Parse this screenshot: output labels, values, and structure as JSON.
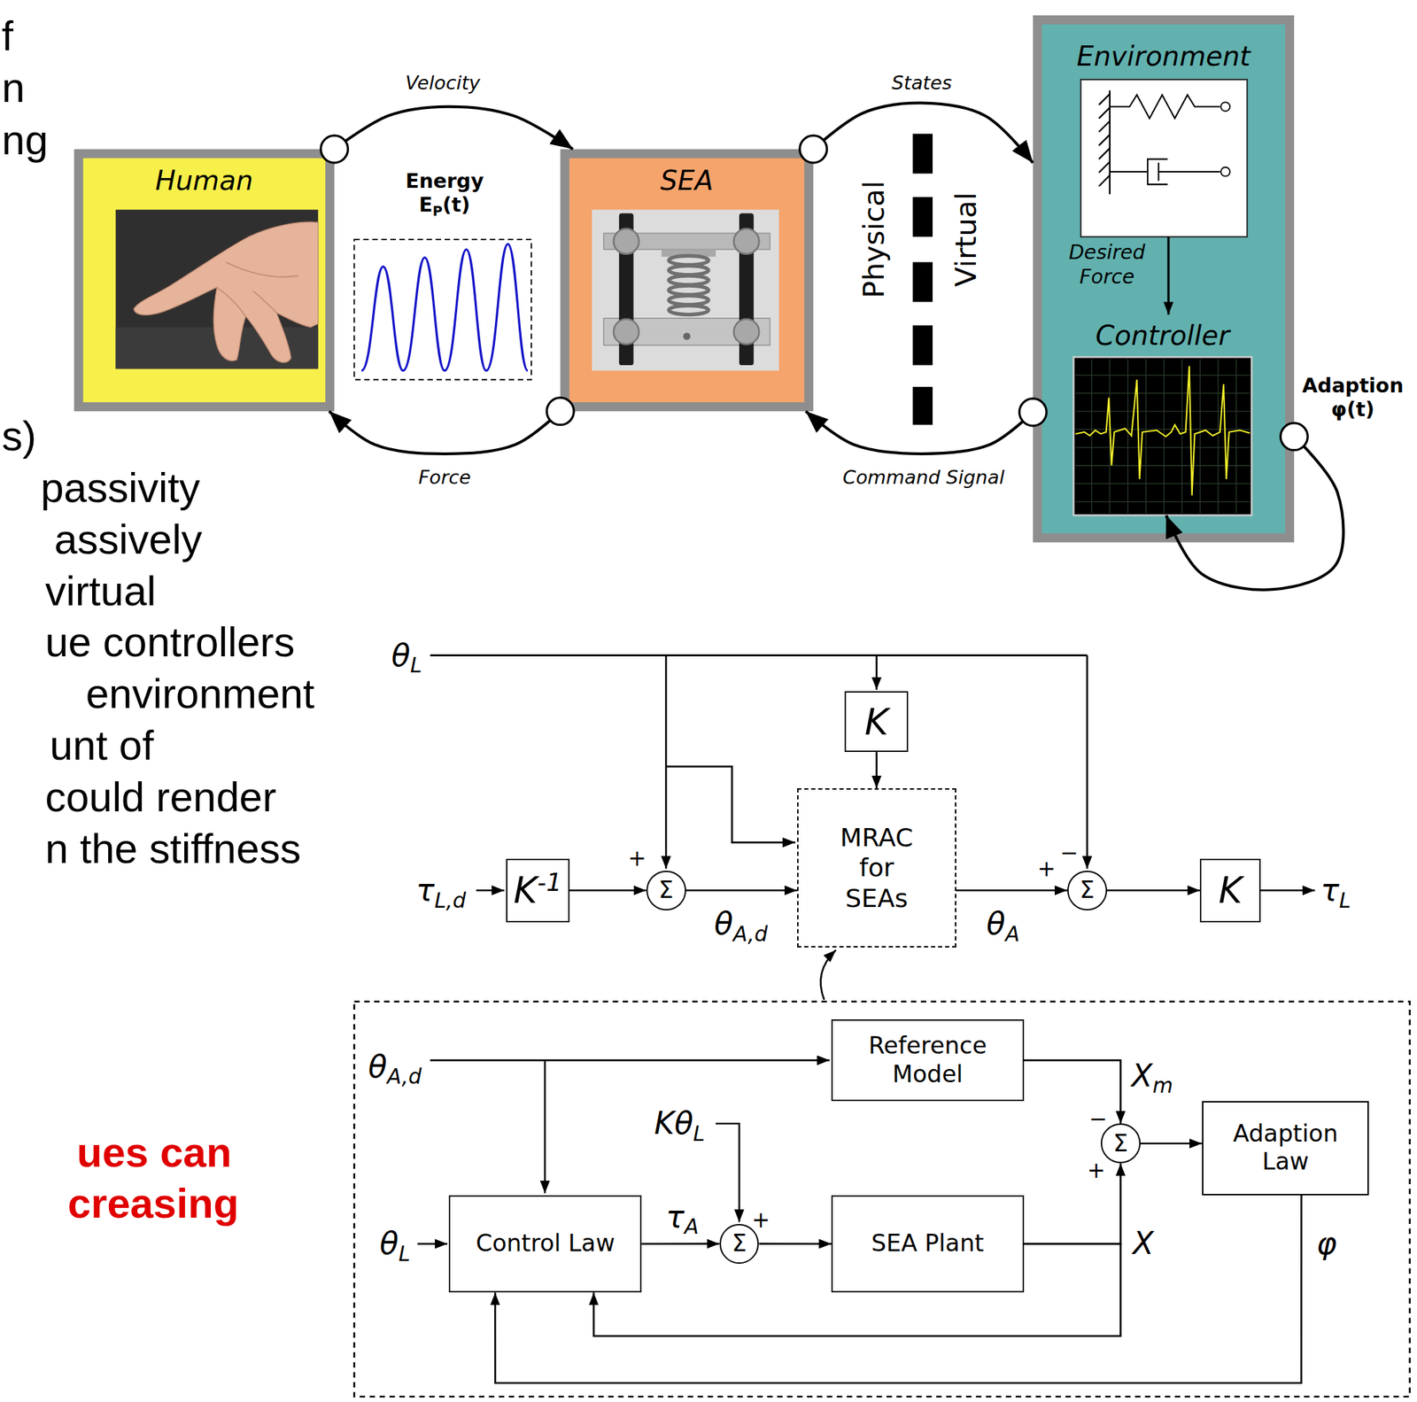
{
  "diagram": {
    "nodes": [
      {
        "text": [
          "Human"
        ]
      },
      {
        "text": [
          "SEA"
        ]
      },
      {
        "text": [
          "Environment"
        ]
      },
      {
        "text": [
          "Controller"
        ],
        "in": 2
      },
      {
        "text": [
          "K"
        ]
      },
      {
        "text": [
          "K-1"
        ]
      },
      {
        "text": [
          "Σ"
        ]
      },
      {
        "text": [
          "MRAC for SEAs"
        ]
      },
      {
        "text": [
          "Σ"
        ]
      },
      {
        "text": [
          "K"
        ]
      },
      {
        "text": [
          "Reference Model"
        ]
      },
      {
        "text": [
          "Σ"
        ]
      },
      {
        "text": [
          "Adaption Law"
        ]
      },
      {
        "text": [
          "Control Law"
        ]
      },
      {
        "text": [
          "Σ"
        ]
      },
      {
        "text": [
          "SEA Plant"
        ]
      }
    ],
    "edges": [
      {
        "from": 0,
        "to": 1,
        "label": "Velocity",
        "arrow": "to"
      },
      {
        "from": 1,
        "to": 0,
        "label": "Force",
        "arrow": "to"
      },
      {
        "from": 1,
        "to": 2,
        "label": "States",
        "arrow": "to"
      },
      {
        "from": 2,
        "to": 1,
        "label": "Command Signal",
        "arrow": "to"
      },
      {
        "from": 2,
        "to": 3,
        "label": "Adaption φ(t)",
        "arrow": "to"
      },
      {
        "from": 5,
        "to": 6,
        "arrow": "to"
      },
      {
        "from": 4,
        "to": 7,
        "arrow": "to"
      },
      {
        "from": 6,
        "to": 7,
        "label": "θA,d",
        "arrow": "to"
      },
      {
        "from": 7,
        "to": 8,
        "label": "θA",
        "arrow": "to"
      },
      {
        "from": 8,
        "to": 9,
        "arrow": "to"
      },
      {
        "from": 10,
        "to": 11,
        "label": "Xm",
        "arrow": "to"
      },
      {
        "from": 11,
        "to": 12,
        "arrow": "to"
      },
      {
        "from": 12,
        "to": 13,
        "label": "φ",
        "arrow": "to"
      },
      {
        "from": 13,
        "to": 14,
        "label": "τA",
        "arrow": "to"
      },
      {
        "from": 14,
        "to": 15,
        "arrow": "to"
      },
      {
        "from": 15,
        "to": 11,
        "label": "X",
        "arrow": "to"
      },
      {
        "from": 15,
        "to": 13,
        "arrow": "to"
      }
    ],
    "labels": [
      "f",
      "n",
      "ng",
      "s)",
      "passivity",
      "assively",
      "virtual",
      "ue controllers",
      "environment",
      "unt of",
      "could render",
      "n the stiffness",
      "ues can",
      "creasing",
      "Energy EP(t)",
      "Physical",
      "Virtual",
      "Desired Force",
      "θL",
      "τL,d",
      "+",
      "+",
      "−",
      "τL",
      "θA,d",
      "KθL",
      "θL",
      "−",
      "+",
      "+"
    ]
  }
}
